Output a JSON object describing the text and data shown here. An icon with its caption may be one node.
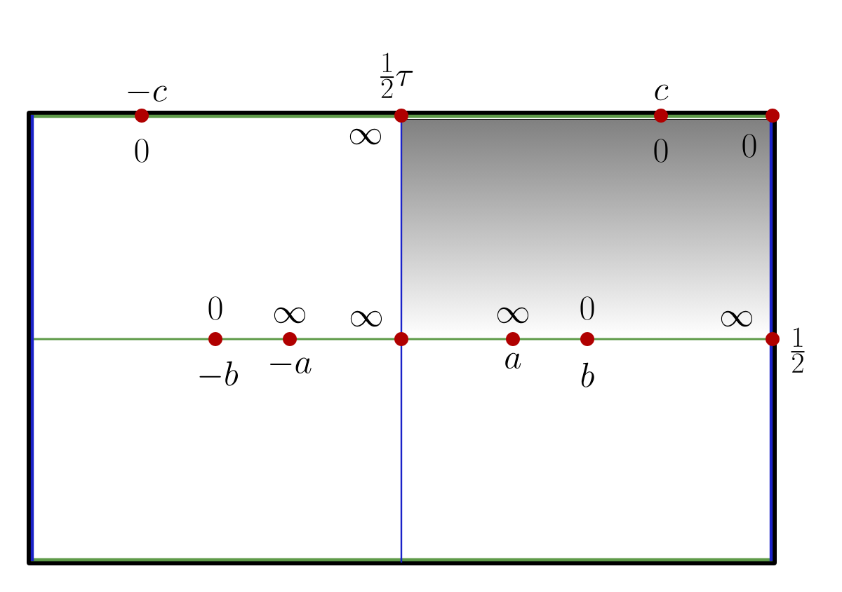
{
  "diagram": {
    "nodes": [
      {
        "text": [],
        "shape": "circle",
        "beside": [
          "-c",
          "0"
        ]
      },
      {
        "text": [],
        "shape": "circle",
        "beside": [
          "\\frac{1}{2}\\tau",
          "\\infty"
        ]
      },
      {
        "text": [],
        "shape": "circle",
        "beside": [
          "c",
          "0"
        ]
      },
      {
        "text": [],
        "shape": "circle",
        "beside": [
          "0"
        ]
      },
      {
        "text": [],
        "shape": "circle",
        "beside": [
          "0",
          "-b"
        ]
      },
      {
        "text": [],
        "shape": "circle",
        "beside": [
          "\\infty",
          "-a"
        ]
      },
      {
        "text": [],
        "shape": "circle",
        "beside": [
          "\\infty"
        ]
      },
      {
        "text": [],
        "shape": "circle",
        "beside": [
          "\\infty",
          "a"
        ]
      },
      {
        "text": [],
        "shape": "circle",
        "beside": [
          "0",
          "b"
        ]
      },
      {
        "text": [],
        "shape": "circle",
        "beside": [
          "\\infty",
          "\\frac{1}{2}"
        ]
      }
    ]
  }
}
